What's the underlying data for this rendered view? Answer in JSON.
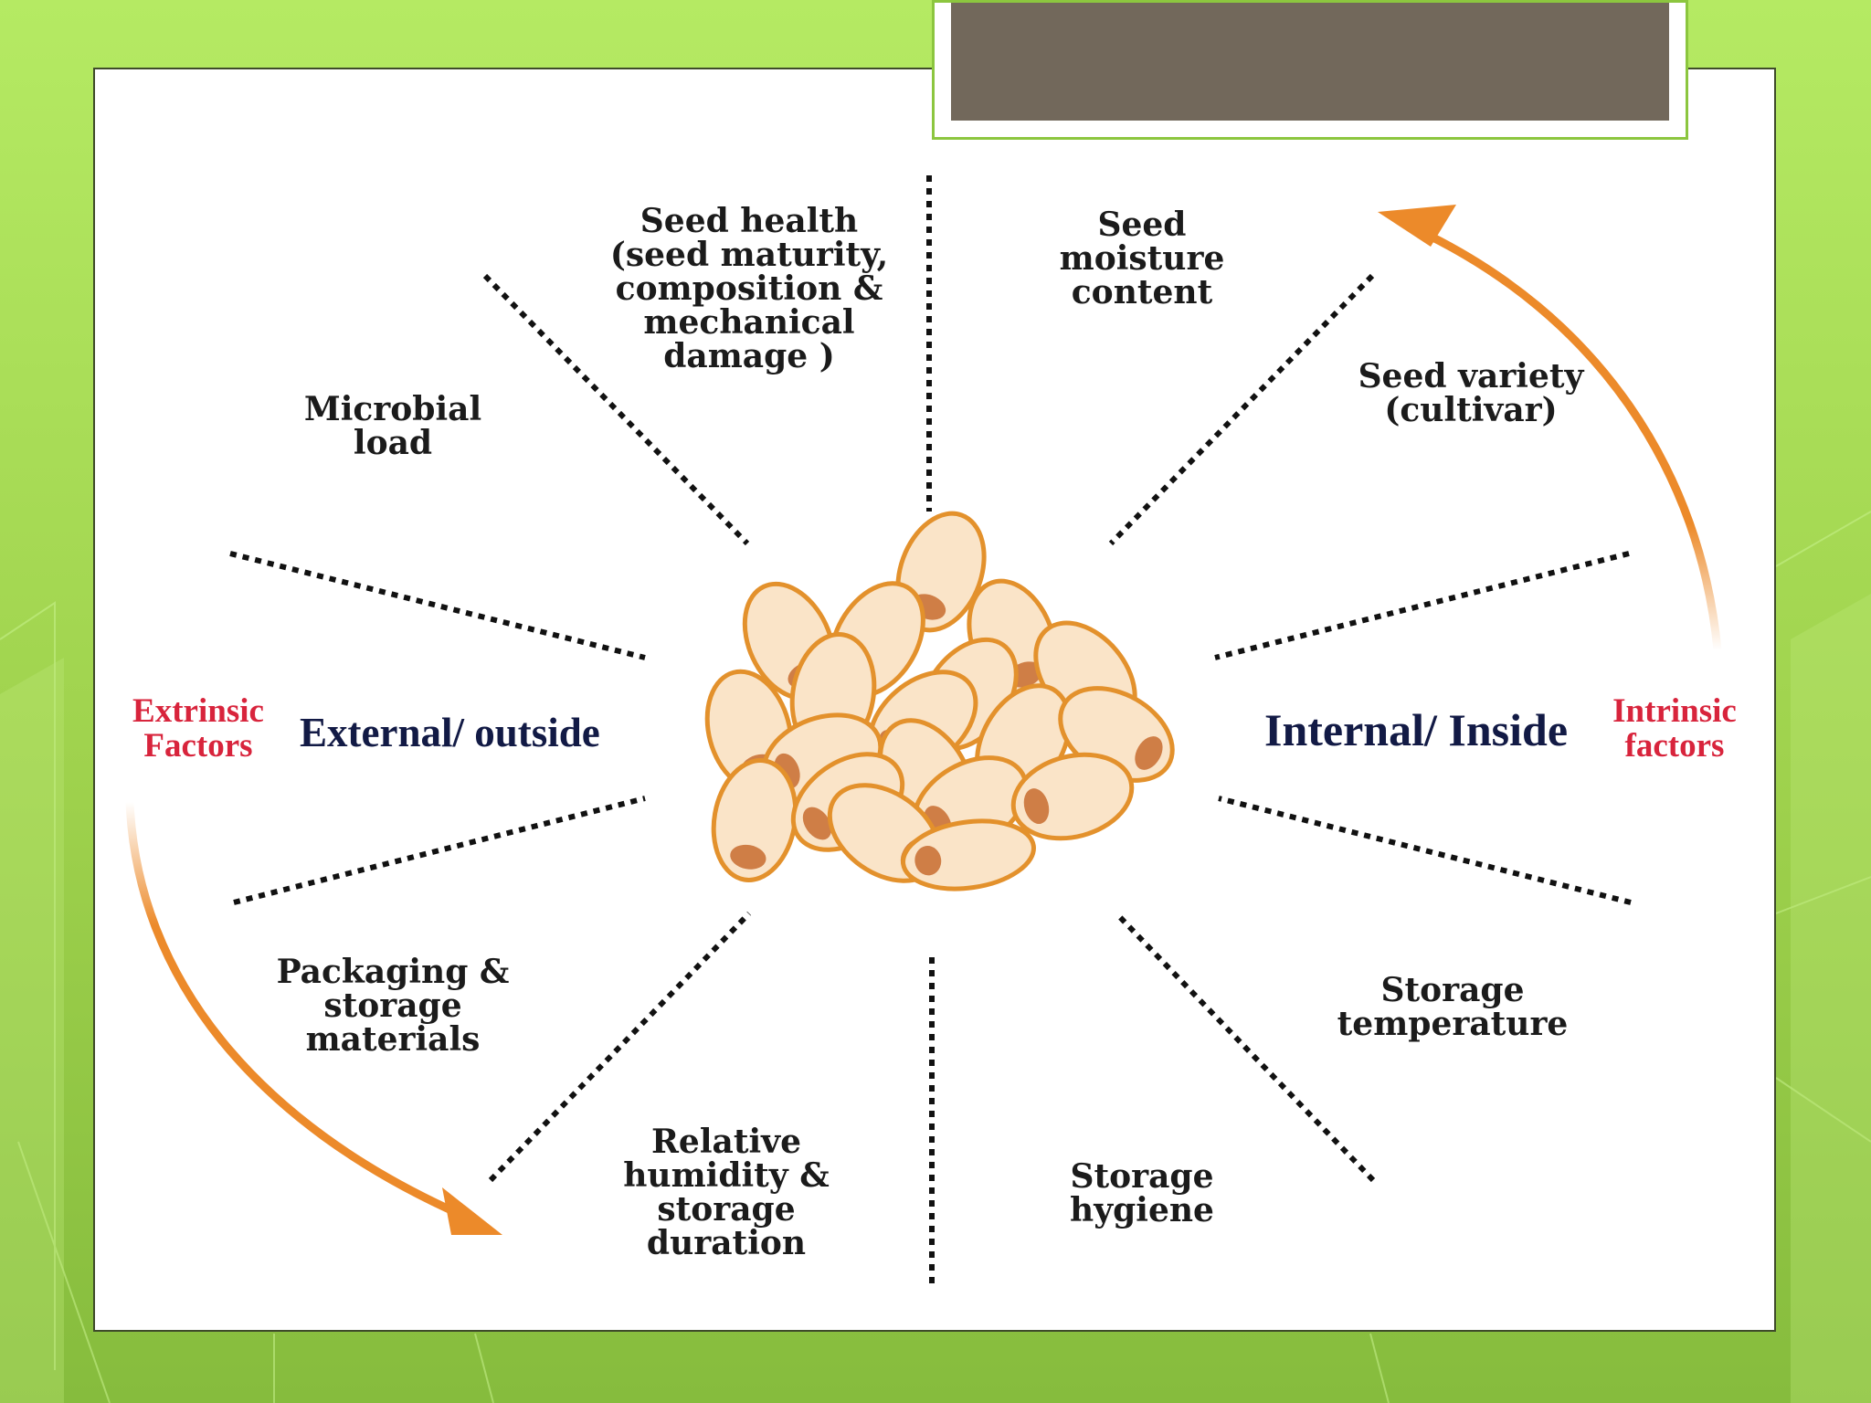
{
  "colors": {
    "background": "#a4d64f",
    "panel": "#ffffff",
    "title_box": "#72685b",
    "arrow": "#ec8a2a",
    "factor_text": "#d8243c",
    "side_text": "#121a45",
    "seed_fill": "#fae4c8",
    "seed_outline": "#e3912c",
    "seed_spot": "#cf7e46"
  },
  "diagram": {
    "center_icon": "seed-cluster-icon",
    "left": {
      "factor_label": "Extrinsic\nFactors",
      "side_label": "External/ outside",
      "arrow_icon": "curved-arrow-down-icon"
    },
    "right": {
      "factor_label": "Intrinsic\nfactors",
      "side_label": "Internal/ Inside",
      "arrow_icon": "curved-arrow-up-icon"
    },
    "segments": [
      {
        "id": "seed-health",
        "label": "Seed health\n(seed maturity,\ncomposition &\nmechanical\ndamage )"
      },
      {
        "id": "seed-moisture",
        "label": "Seed\nmoisture\ncontent"
      },
      {
        "id": "seed-variety",
        "label": "Seed variety\n(cultivar)"
      },
      {
        "id": "microbial-load",
        "label": "Microbial\nload"
      },
      {
        "id": "packaging",
        "label": "Packaging &\nstorage\nmaterials"
      },
      {
        "id": "storage-temperature",
        "label": "Storage\ntemperature"
      },
      {
        "id": "relative-humidity",
        "label": "Relative\nhumidity &\nstorage\nduration"
      },
      {
        "id": "storage-hygiene",
        "label": "Storage\nhygiene"
      }
    ]
  }
}
